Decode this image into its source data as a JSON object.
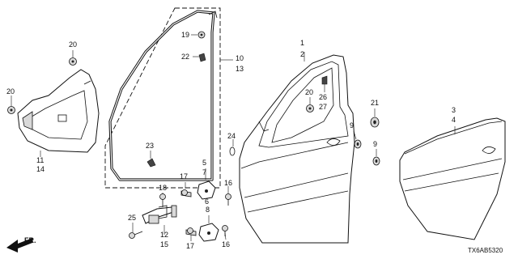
{
  "diagram_code": "TX6AB5320",
  "direction_label": "FR.",
  "callouts": {
    "c20a": "20",
    "c20b": "20",
    "c11_14": [
      "11",
      "14"
    ],
    "c19": "19",
    "c22": "22",
    "c23": "23",
    "c10_13": [
      "10",
      "13"
    ],
    "c24": "24",
    "c1_2": [
      "1",
      "2"
    ],
    "c26_27": [
      "26",
      "27"
    ],
    "c20c": "20",
    "c9a": "9",
    "c9b": "9",
    "c21": "21",
    "c3_4": [
      "3",
      "4"
    ],
    "c5_7": [
      "5",
      "7"
    ],
    "c6": "6",
    "c17a": "17",
    "c17b": "17",
    "c16a": "16",
    "c16b": "16",
    "c18": "18",
    "c25": "25",
    "c12_15": [
      "12",
      "15"
    ],
    "c8": "8"
  }
}
